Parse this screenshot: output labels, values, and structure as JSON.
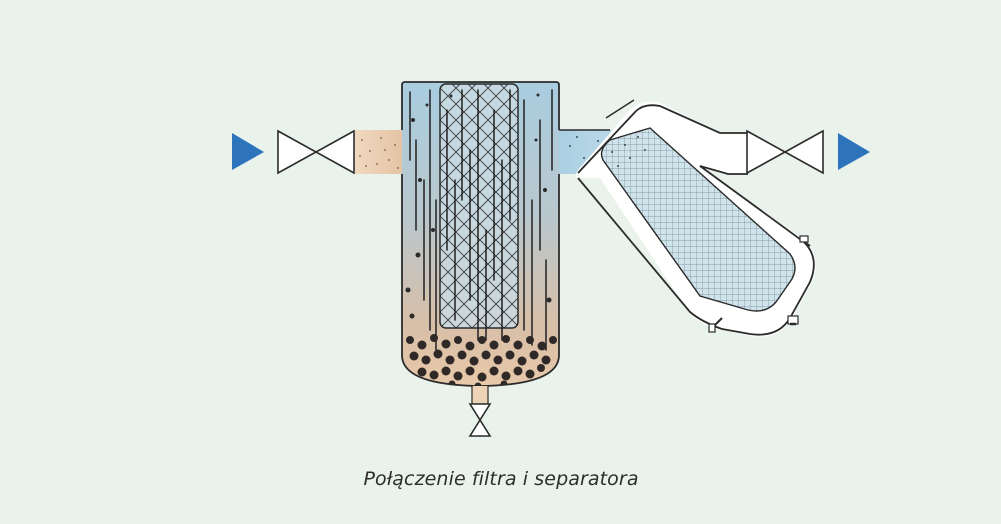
{
  "caption": "Połączenie filtra i separatora",
  "colors": {
    "background": "#e9f3ec",
    "flow_arrow": "#2e74bd",
    "outline": "#2b2b2b",
    "water_blue": "#a7cfe0",
    "sediment_beige": "#e6c6a6",
    "particles": "#2f2a27"
  },
  "icons": [
    "inlet-flow-arrow",
    "outlet-flow-arrow",
    "valve",
    "drain-valve"
  ]
}
